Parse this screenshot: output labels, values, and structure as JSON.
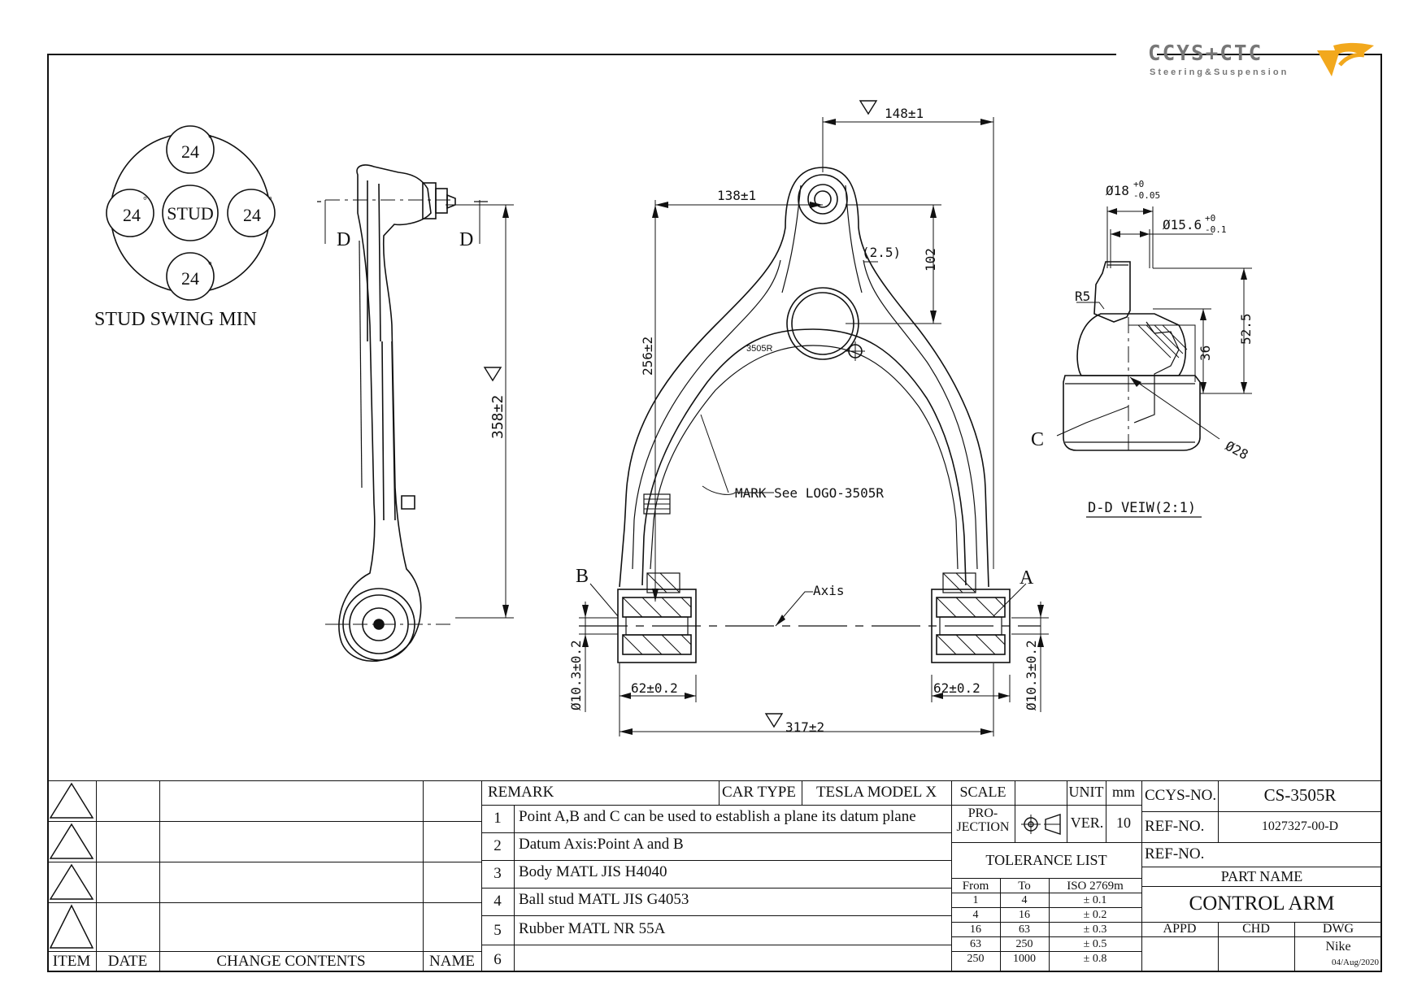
{
  "logo": {
    "brand": "CCYS+CTC",
    "tagline": "Steering&Suspension"
  },
  "stud_swing": {
    "title": "STUD SWING MIN",
    "center": "STUD",
    "angles": [
      "24",
      "24",
      "24",
      "24"
    ],
    "degree": "°"
  },
  "side_view": {
    "section_letters": [
      "D",
      "D"
    ],
    "length": "358±2"
  },
  "main_view": {
    "top_width": "148±1",
    "ball_offset": "138±1",
    "fillet": "(2.5)",
    "ball_height": "102",
    "height": "256±2",
    "part_mark": "3505R",
    "mark_note": "MARK See LOGO-3505R",
    "axis_label": "Axis",
    "point_a": "A",
    "point_b": "B",
    "bush_width_left": "62±0.2",
    "bush_width_right": "62±0.2",
    "bush_dia_left": "Ø10.3±0.2",
    "bush_dia_right": "Ø10.3±0.2",
    "overall_width": "317±2"
  },
  "section_view": {
    "stud_dia_top": "Ø18",
    "stud_dia_top_tol_upper": "+0",
    "stud_dia_top_tol_lower": "-0.05",
    "stud_dia_mid": "Ø15.6",
    "stud_dia_mid_tol_upper": "+0",
    "stud_dia_mid_tol_lower": "-0.1",
    "radius": "R5",
    "height_a": "36",
    "height_b": "52.5",
    "housing_dia": "Ø28",
    "point_c": "C",
    "title": "D-D VEIW(2:1)"
  },
  "revision_table": {
    "rows": 4,
    "headers": [
      "ITEM",
      "DATE",
      "CHANGE CONTENTS",
      "NAME"
    ]
  },
  "remarks": {
    "header": "REMARK",
    "car_type_label": "CAR TYPE",
    "car_type": "TESLA MODEL X",
    "items": [
      {
        "num": "1",
        "text": "Point A,B and C can be used to establish a plane its datum plane"
      },
      {
        "num": "2",
        "text": "Datum Axis:Point A and B"
      },
      {
        "num": "3",
        "text": "Body MATL JIS H4040"
      },
      {
        "num": "4",
        "text": "Ball stud MATL JIS G4053"
      },
      {
        "num": "5",
        "text": "Rubber MATL NR 55A"
      },
      {
        "num": "6",
        "text": ""
      }
    ]
  },
  "info": {
    "scale_label": "SCALE",
    "unit_label": "UNIT",
    "unit": "mm",
    "projection_label": "PRO-\nJECTION",
    "ver_label": "VER.",
    "ver": "10",
    "tolerance_title": "TOLERANCE LIST",
    "tol_headers": [
      "From",
      "To",
      "ISO 2769m"
    ],
    "tolerances": [
      [
        "1",
        "4",
        "± 0.1"
      ],
      [
        "4",
        "16",
        "± 0.2"
      ],
      [
        "16",
        "63",
        "± 0.3"
      ],
      [
        "63",
        "250",
        "± 0.5"
      ],
      [
        "250",
        "1000",
        "± 0.8"
      ]
    ]
  },
  "ident": {
    "ccys_label": "CCYS-NO.",
    "ccys_no": "CS-3505R",
    "ref_label": "REF-NO.",
    "ref_no": "1027327-00-D",
    "ref_label2": "REF-NO.",
    "ref_no2": "",
    "part_name_label": "PART NAME",
    "part_name": "CONTROL ARM",
    "appd_label": "APPD",
    "chd_label": "CHD",
    "dwg_label": "DWG",
    "dwg_name": "Nike",
    "date": "04/Aug/2020"
  }
}
